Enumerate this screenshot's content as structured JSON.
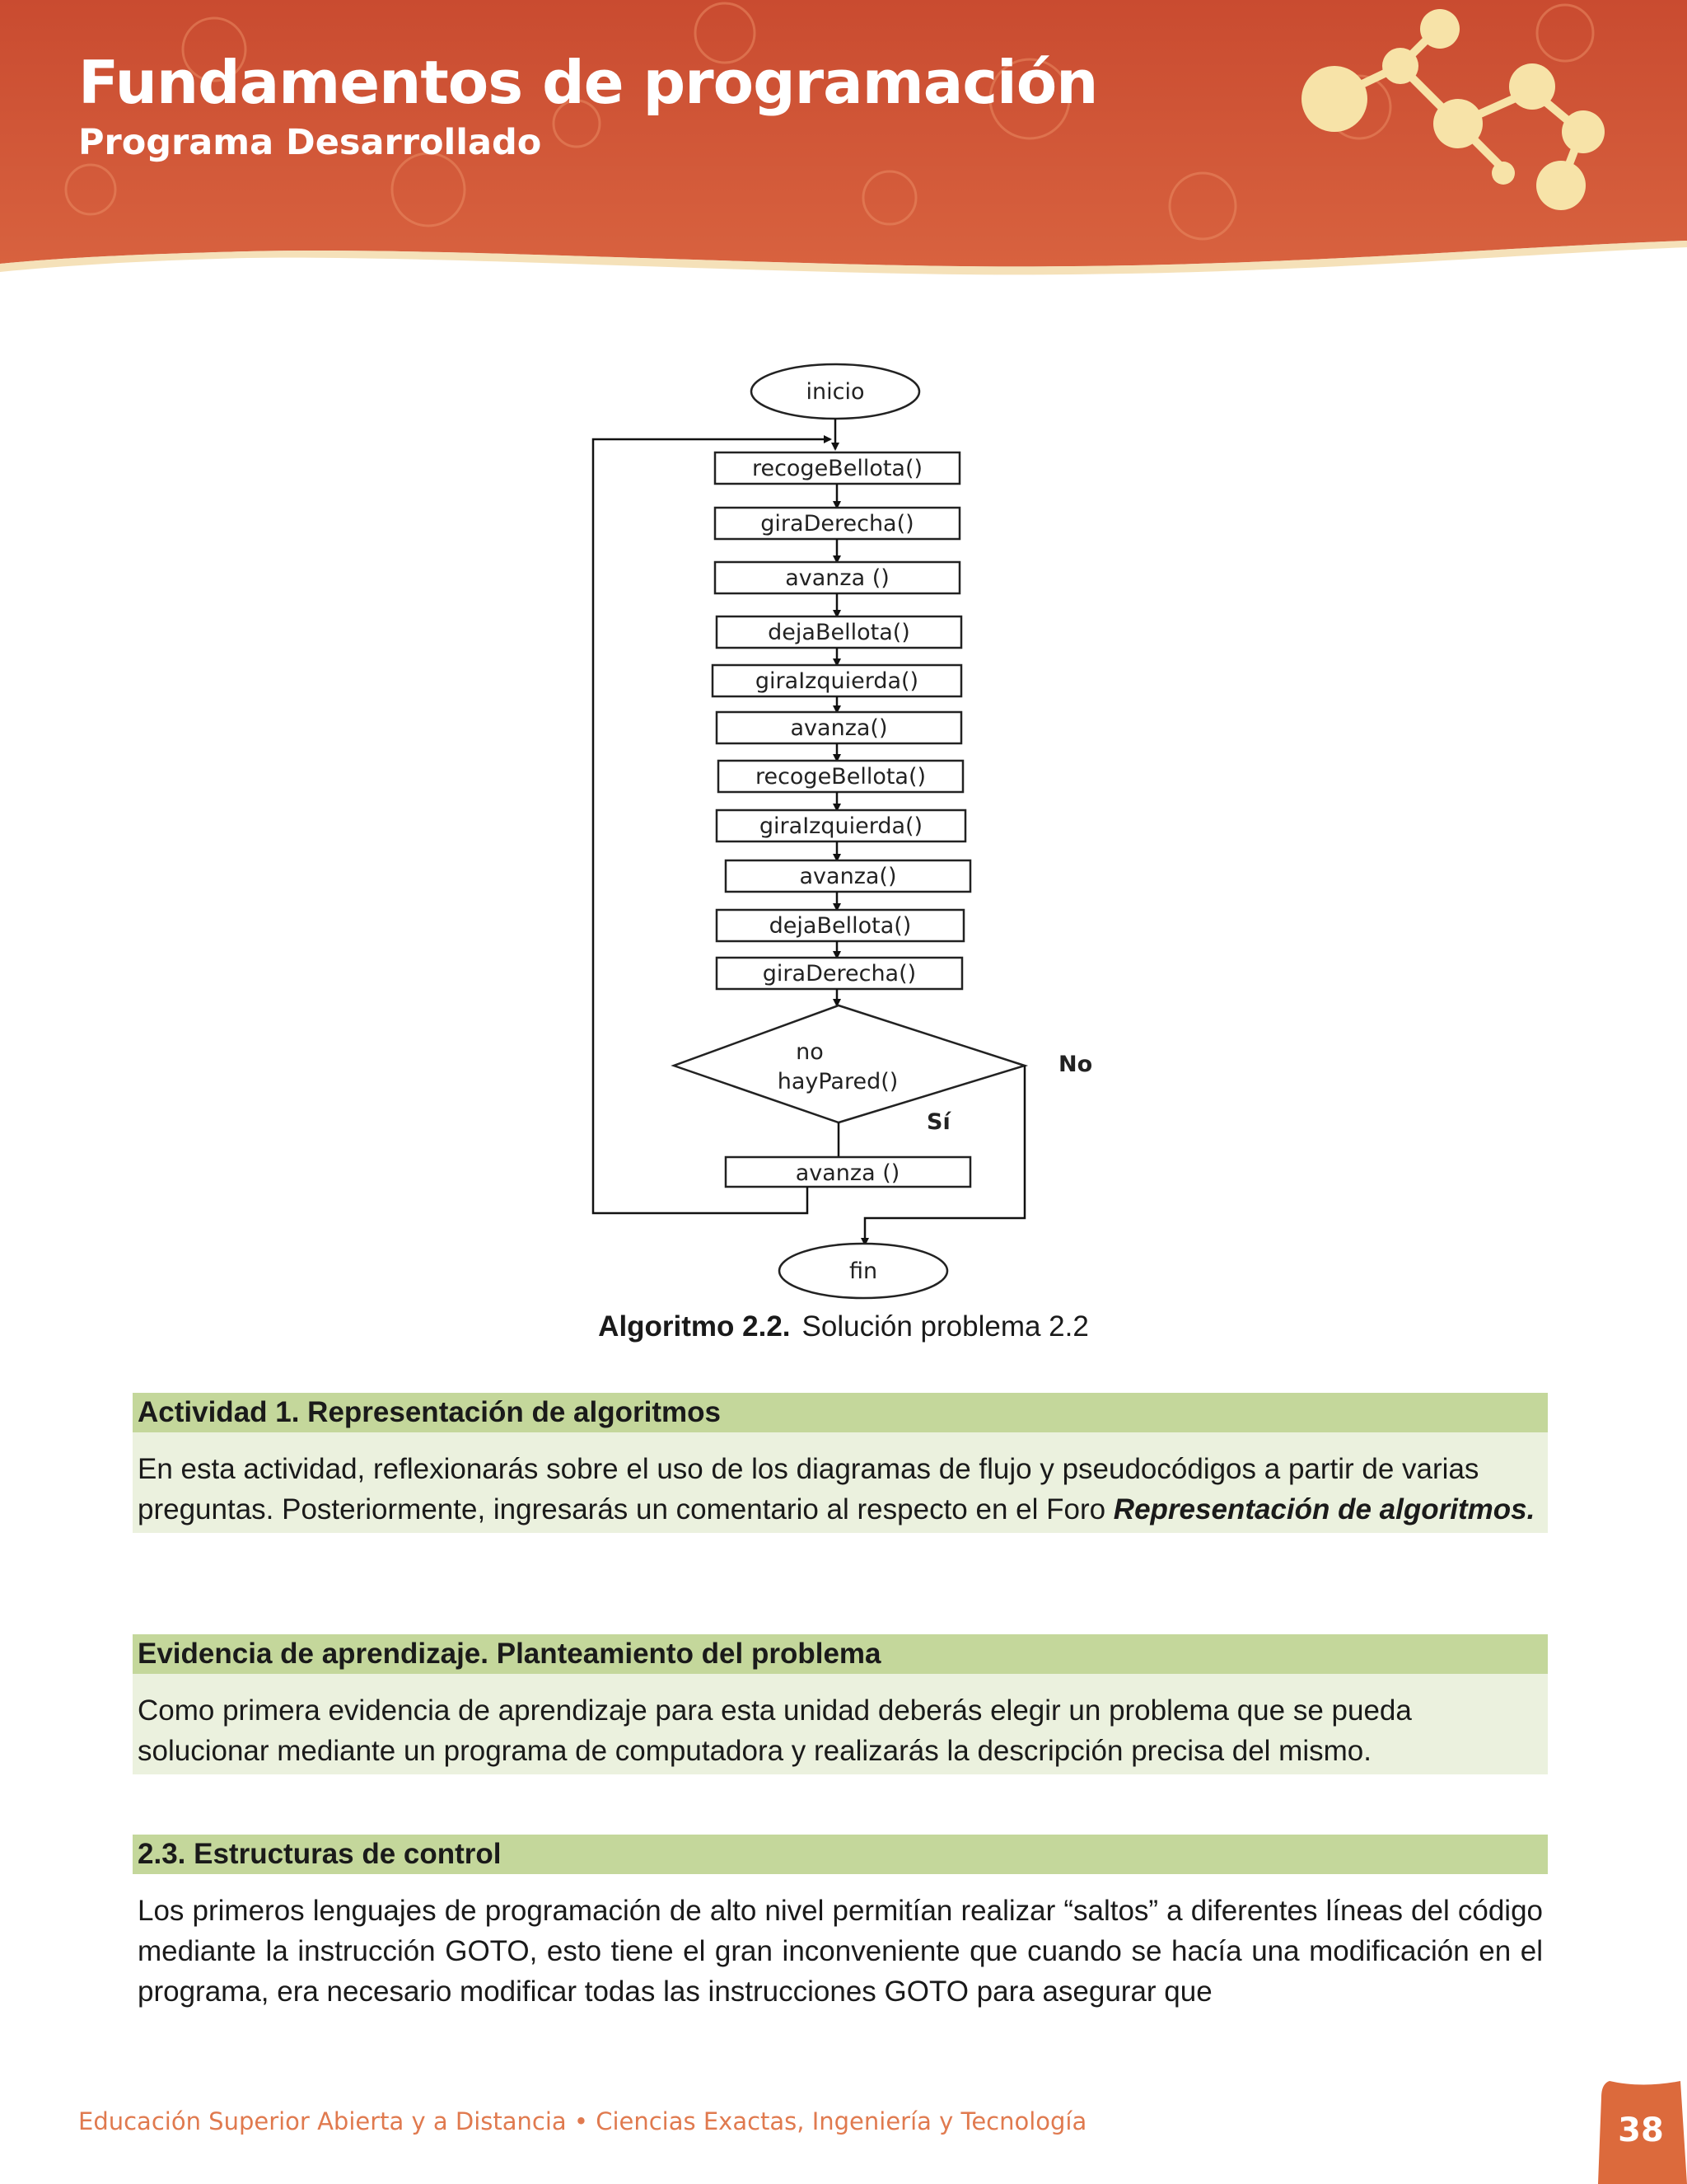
{
  "header": {
    "title": "Fundamentos de programación",
    "subtitle": "Programa Desarrollado"
  },
  "flowchart": {
    "start": "inicio",
    "steps": [
      "recogeBellota()",
      "giraDerecha()",
      "avanza ()",
      "dejaBellota()",
      "giraIzquierda()",
      "avanza()",
      "recogeBellota()",
      "giraIzquierda()",
      "avanza()",
      "dejaBellota()",
      "giraDerecha()"
    ],
    "decision_line1": "no",
    "decision_line2": "hayPared()",
    "yes_label": "Sí",
    "no_label": "No",
    "loop_step": "avanza ()",
    "end": "fin"
  },
  "caption": {
    "label": "Algoritmo  2.2.",
    "text": "Solución problema 2.2"
  },
  "activity": {
    "heading": "Actividad 1. Representación de algoritmos",
    "text_before": "En esta actividad, reflexionarás sobre el uso de los diagramas de flujo y pseudocódigos a partir de varias preguntas. Posteriormente, ingresarás un comentario al respecto en el Foro ",
    "emphasis": "Representación de algoritmos."
  },
  "evidence": {
    "heading": "Evidencia  de aprendizaje. Planteamiento del problema",
    "text": "Como primera evidencia de aprendizaje para esta unidad deberás elegir un problema que se pueda solucionar mediante un programa de  computadora  y realizarás la descripción precisa del mismo."
  },
  "section_2_3": {
    "heading": "2.3.  Estructuras de control",
    "text": "Los primeros lenguajes de programación de alto nivel permitían realizar “saltos” a diferentes líneas del código mediante la instrucción GOTO, esto tiene el gran inconveniente que cuando se  hacía una modificación en el programa, era necesario modificar todas las instrucciones GOTO para asegurar que"
  },
  "footer": {
    "text": "Educación Superior Abierta y a Distancia • Ciencias Exactas, Ingeniería y Tecnología",
    "page_number": "38"
  },
  "colors": {
    "banner": "#d4573a",
    "section_head": "#c4d79b",
    "section_body": "#ebf1de",
    "footer_text": "#e07a4f",
    "molecule": "#f7e3a8"
  }
}
